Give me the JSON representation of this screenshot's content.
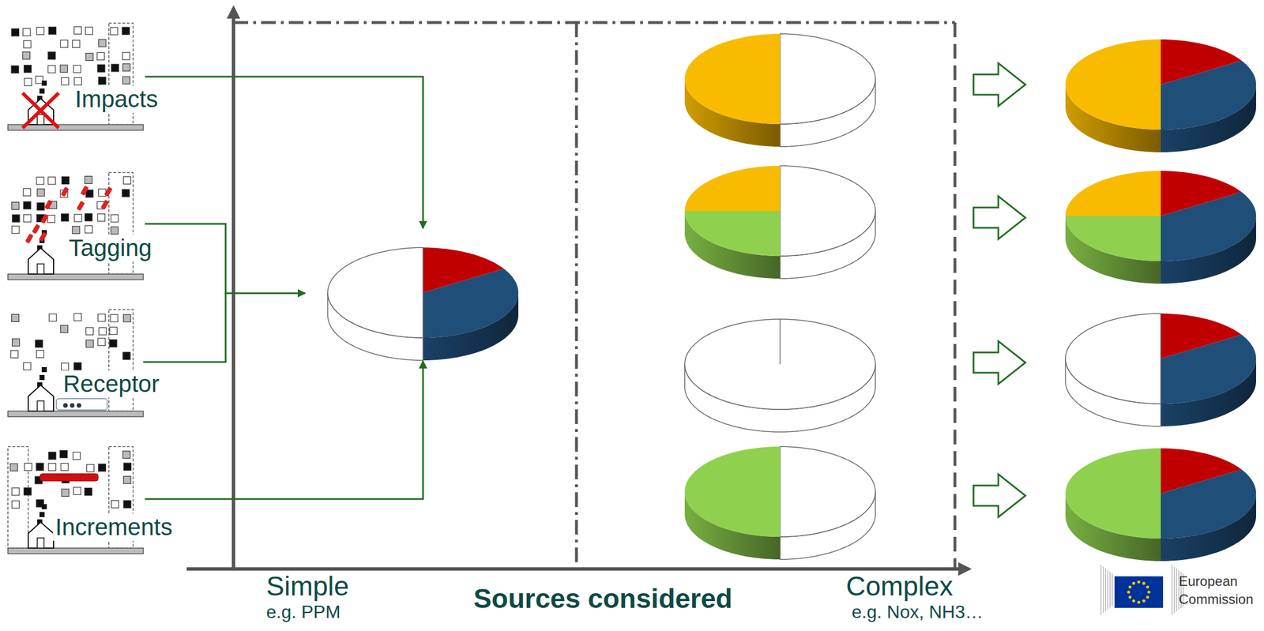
{
  "diagram": {
    "nodes": [
      {
        "text": [
          "Impacts"
        ]
      },
      {
        "text": [
          "Tagging"
        ]
      },
      {
        "text": [
          "Receptor"
        ]
      },
      {
        "text": [
          "Increments"
        ]
      }
    ],
    "labels": [
      "Simple",
      "e.g. PPM",
      "Sources considered",
      "Complex",
      "e.g. Nox, NH3…",
      "European",
      "Commission"
    ]
  }
}
